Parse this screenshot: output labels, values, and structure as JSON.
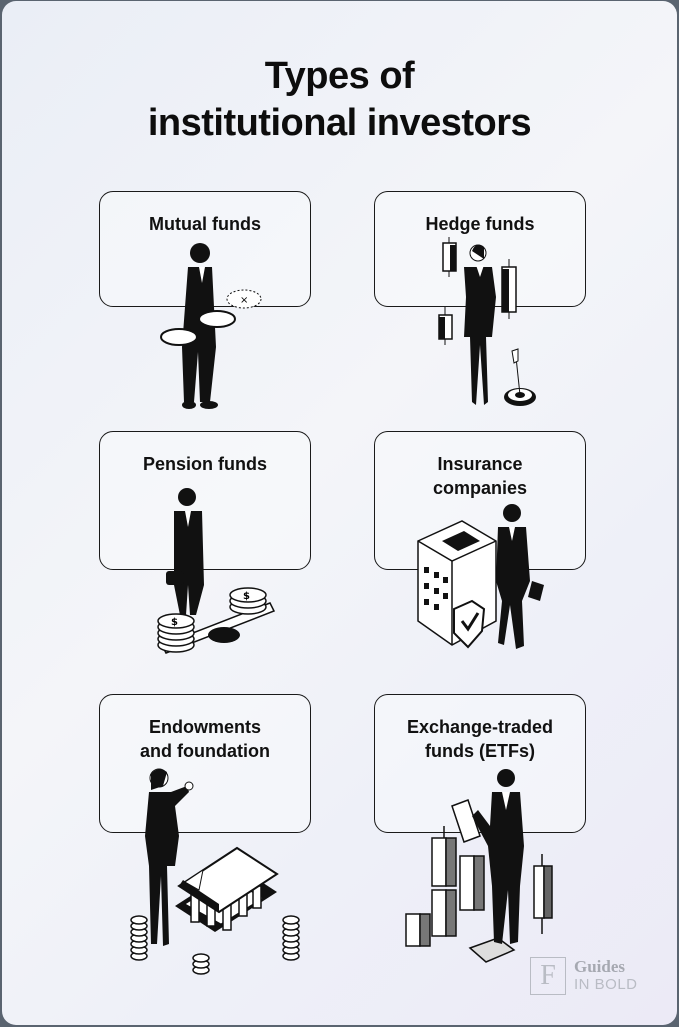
{
  "title": {
    "line1": "Types of",
    "line2": "institutional investors"
  },
  "cards": [
    {
      "label_line1": "Mutual funds",
      "label_line2": "",
      "illustration": "man-with-pie-chart-pieces"
    },
    {
      "label_line1": "Hedge funds",
      "label_line2": "",
      "illustration": "woman-with-candlesticks-and-target"
    },
    {
      "label_line1": "Pension funds",
      "label_line2": "",
      "illustration": "man-with-briefcase-and-coin-seesaw"
    },
    {
      "label_line1": "Insurance",
      "label_line2": "companies",
      "illustration": "man-with-building-and-shield"
    },
    {
      "label_line1": "Endowments",
      "label_line2": "and foundation",
      "illustration": "woman-on-phone-with-bank-and-coins"
    },
    {
      "label_line1": "Exchange-traded",
      "label_line2": "funds (ETFs)",
      "illustration": "man-with-tablet-and-bar-blocks"
    }
  ],
  "logo": {
    "glyph": "F",
    "line1": "Guides",
    "line2": "IN BOLD"
  },
  "colors": {
    "ink": "#111111",
    "background": "#eef0f7",
    "logo_gray": "#a6a9b1"
  }
}
